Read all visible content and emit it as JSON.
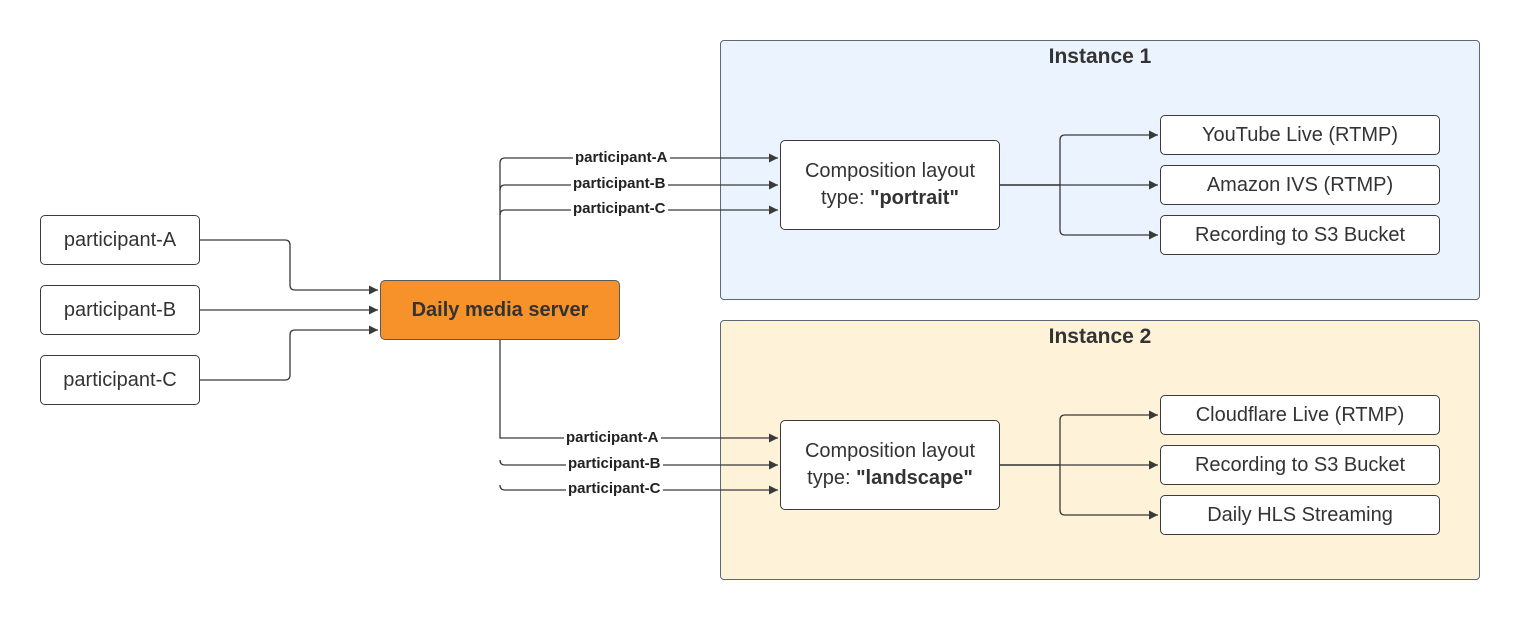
{
  "colors": {
    "server_fill": "#F7922B",
    "instance1_fill": "#EAF3FE",
    "instance2_fill": "#FEF2D9",
    "edge": "#3a3a3a"
  },
  "participants": [
    "participant-A",
    "participant-B",
    "participant-C"
  ],
  "server": {
    "label": "Daily media server"
  },
  "instances": [
    {
      "title": "Instance 1",
      "composition": {
        "line1": "Composition layout",
        "type_prefix": "type: ",
        "type_value": "\"portrait\""
      },
      "edge_labels": [
        "participant-A",
        "participant-B",
        "participant-C"
      ],
      "outputs": [
        "YouTube Live (RTMP)",
        "Amazon IVS (RTMP)",
        "Recording to S3 Bucket"
      ]
    },
    {
      "title": "Instance 2",
      "composition": {
        "line1": "Composition layout",
        "type_prefix": "type: ",
        "type_value": "\"landscape\""
      },
      "edge_labels": [
        "participant-A",
        "participant-B",
        "participant-C"
      ],
      "outputs": [
        "Cloudflare Live (RTMP)",
        "Recording to S3 Bucket",
        "Daily HLS Streaming"
      ]
    }
  ]
}
